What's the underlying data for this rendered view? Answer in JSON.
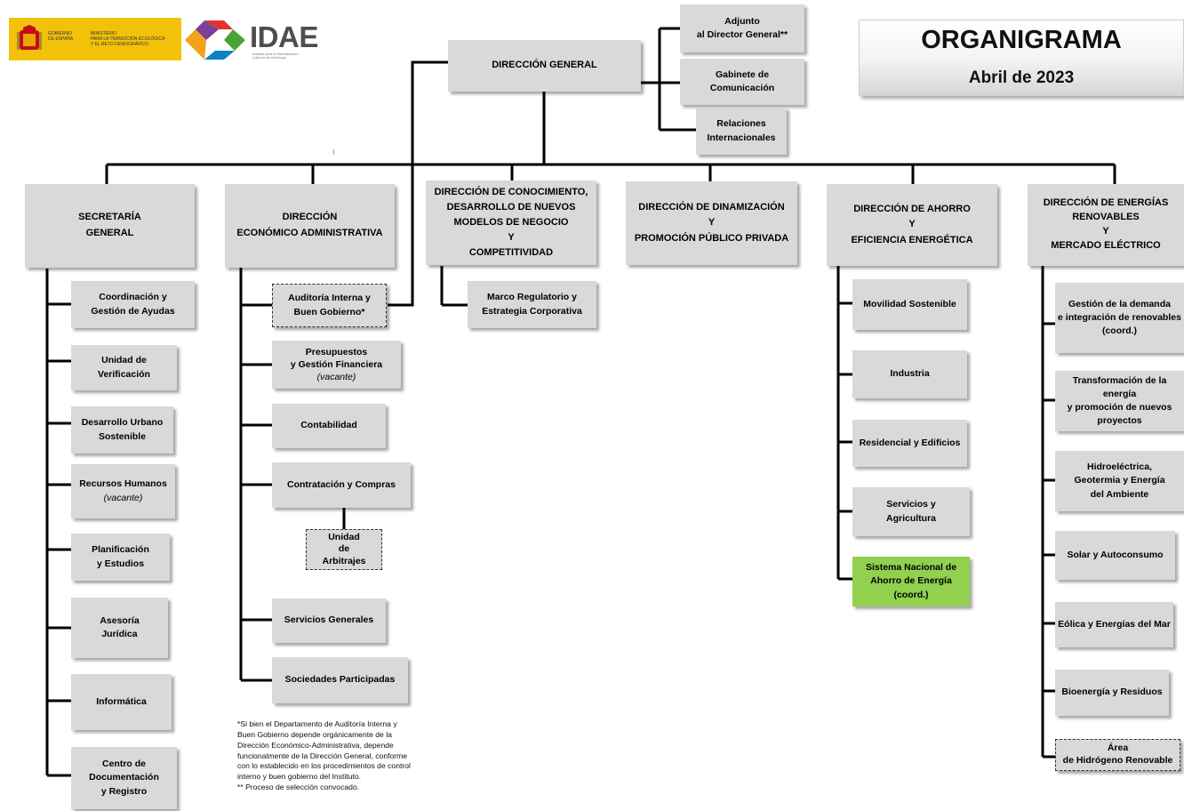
{
  "logos": {
    "government": "GOBIERNO\nDE ESPAÑA",
    "ministry": "MINISTERIO\nPARA LA TRANSICIÓN ECOLÓGICA\nY EL RETO DEMOGRÁFICO",
    "idae": "IDAE",
    "idae_subtitle": "Instituto para la Diversificación\ny Ahorro de la Energía"
  },
  "title": {
    "main": "ORGANIGRAMA",
    "date": "Abril de 2023"
  },
  "direccion_general": "DIRECCIÓN GENERAL",
  "staff": [
    {
      "id": "adjunto",
      "label": "Adjunto\nal Director General**"
    },
    {
      "id": "gabinete",
      "label": "Gabinete de\nComunicación"
    },
    {
      "id": "relaciones",
      "label": "Relaciones\nInternacionales"
    }
  ],
  "divisions": [
    {
      "id": "secretaria",
      "label": "SECRETARÍA\nGENERAL",
      "units": [
        {
          "label": "Coordinación y\nGestión de Ayudas"
        },
        {
          "label": "Unidad de\nVerificación"
        },
        {
          "label": "Desarrollo Urbano\nSostenible"
        },
        {
          "label": "Recursos Humanos",
          "note": "(vacante)"
        },
        {
          "label": "Planificación\ny Estudios"
        },
        {
          "label": "Asesoría\nJurídica"
        },
        {
          "label": "Informática"
        },
        {
          "label": "Centro de\nDocumentación\ny Registro"
        }
      ]
    },
    {
      "id": "economico",
      "label": "DIRECCIÓN\nECONÓMICO ADMINISTRATIVA",
      "units": [
        {
          "label": "Auditoría Interna y\nBuen Gobierno*",
          "dashed": true
        },
        {
          "label": "Presupuestos\ny Gestión Financiera",
          "note": "(vacante)"
        },
        {
          "label": "Contabilidad"
        },
        {
          "label": "Contratación y Compras"
        },
        {
          "label": "Unidad\nde\nArbitrajes",
          "dashed": true
        },
        {
          "label": "Servicios Generales"
        },
        {
          "label": "Sociedades Participadas"
        }
      ]
    },
    {
      "id": "conocimiento",
      "label": "DIRECCIÓN DE CONOCIMIENTO,\nDESARROLLO DE NUEVOS\nMODELOS DE NEGOCIO\nY\nCOMPETITIVIDAD",
      "units": [
        {
          "label": "Marco Regulatorio y\nEstrategia Corporativa"
        }
      ]
    },
    {
      "id": "dinamizacion",
      "label": "DIRECCIÓN DE DINAMIZACIÓN\nY\nPROMOCIÓN PÚBLICO PRIVADA",
      "units": []
    },
    {
      "id": "ahorro",
      "label": "DIRECCIÓN DE AHORRO\nY\nEFICIENCIA ENERGÉTICA",
      "units": [
        {
          "label": "Movilidad Sostenible"
        },
        {
          "label": "Industria"
        },
        {
          "label": "Residencial y Edificios"
        },
        {
          "label": "Servicios y\nAgricultura"
        },
        {
          "label": "Sistema Nacional de\nAhorro de Energía\n(coord.)",
          "highlight": "#92d050"
        }
      ]
    },
    {
      "id": "renovables",
      "label": "DIRECCIÓN DE ENERGÍAS\nRENOVABLES\nY\nMERCADO ELÉCTRICO",
      "units": [
        {
          "label": "Gestión de la demanda\ne integración de renovables\n(coord.)"
        },
        {
          "label": "Transformación de la energía\ny promoción de nuevos\nproyectos"
        },
        {
          "label": "Hidroeléctrica,\nGeotermia y Energía\ndel Ambiente"
        },
        {
          "label": "Solar y Autoconsumo"
        },
        {
          "label": "Eólica y Energías del Mar"
        },
        {
          "label": "Bioenergía y Residuos"
        },
        {
          "label": "Área\nde Hidrógeno Renovable",
          "dashed": true
        }
      ]
    }
  ],
  "footnote": [
    "*Si bien el Departamento de Auditoría Interna y",
    "Buen Gobierno depende orgánicamente de la",
    "Dirección Económico-Administrativa, depende",
    "funcionalmente de la Dirección General, conforme",
    "con lo establecido en los procedimientos de control",
    "interno y buen gobierno del Instituto.",
    "** Proceso de selección convocado."
  ],
  "colors": {
    "box": "#d9d9d9",
    "highlight": "#92d050",
    "line": "#000000",
    "title_gradient_end": "#d6d6d6"
  }
}
